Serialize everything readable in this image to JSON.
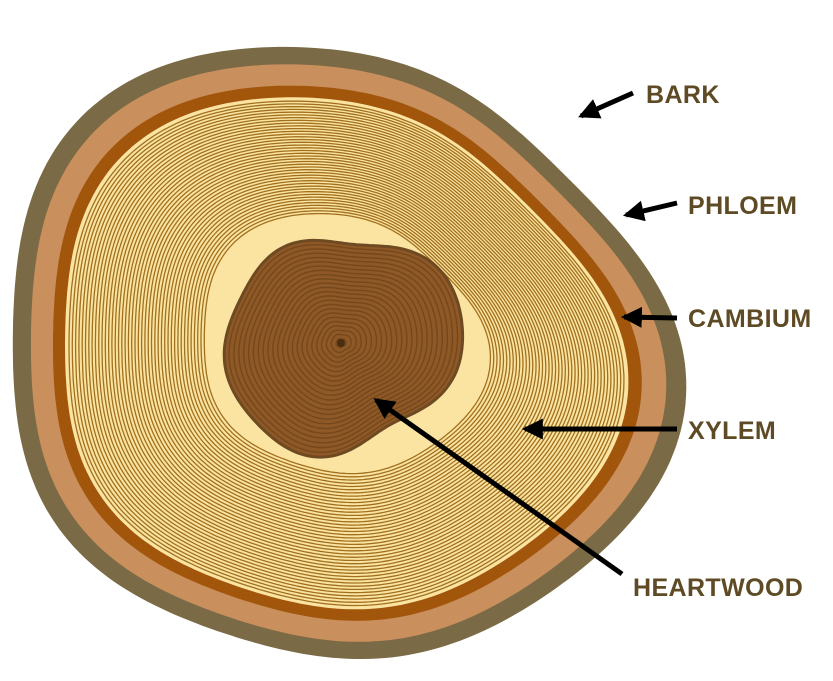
{
  "labels": {
    "bark": "BARK",
    "phloem": "PHLOEM",
    "cambium": "CAMBIUM",
    "xylem": "XYLEM",
    "heartwood": "HEARTWOOD"
  },
  "colors": {
    "bark": "#7a6a46",
    "phloem": "#c98f5d",
    "cambium": "#a2560c",
    "xylem_fill": "#fbe4a1",
    "xylem_ring": "#a1701f",
    "heartwood_fill": "#8f5827",
    "heartwood_ring": "#74481c",
    "label_text": "#5e4b25",
    "arrow": "#000000"
  },
  "icons": {
    "arrow": "arrow-icon"
  }
}
